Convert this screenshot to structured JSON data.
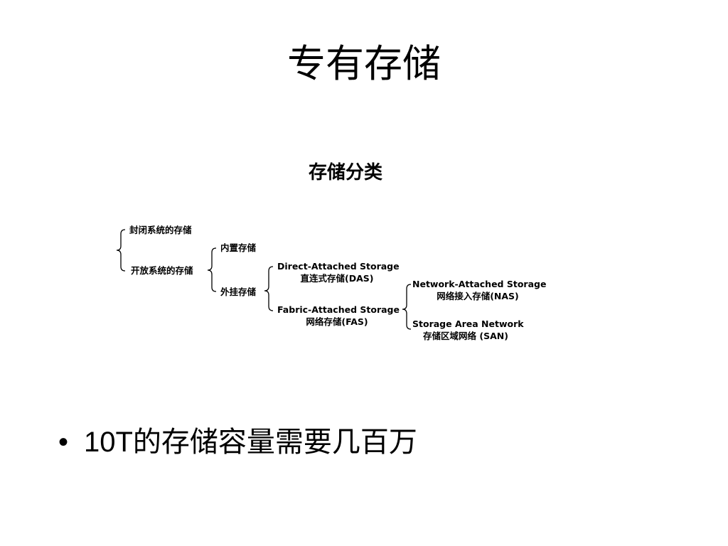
{
  "slide": {
    "title": "专有存储",
    "bullet": "10T的存储容量需要几百万"
  },
  "diagram": {
    "title": "存储分类",
    "nodes": {
      "closed": "封闭系统的存储",
      "open": "开放系统的存储",
      "internal": "内置存储",
      "external": "外挂存储",
      "das_en": "Direct-Attached Storage",
      "das_cn": "直连式存储(DAS)",
      "fas_en": "Fabric-Attached Storage",
      "fas_cn": "网络存储(FAS)",
      "nas_en": "Network-Attached Storage",
      "nas_cn": "网络接入存储(NAS)",
      "san_en": "Storage Area Network",
      "san_cn": "存储区域网络 (SAN)"
    }
  }
}
